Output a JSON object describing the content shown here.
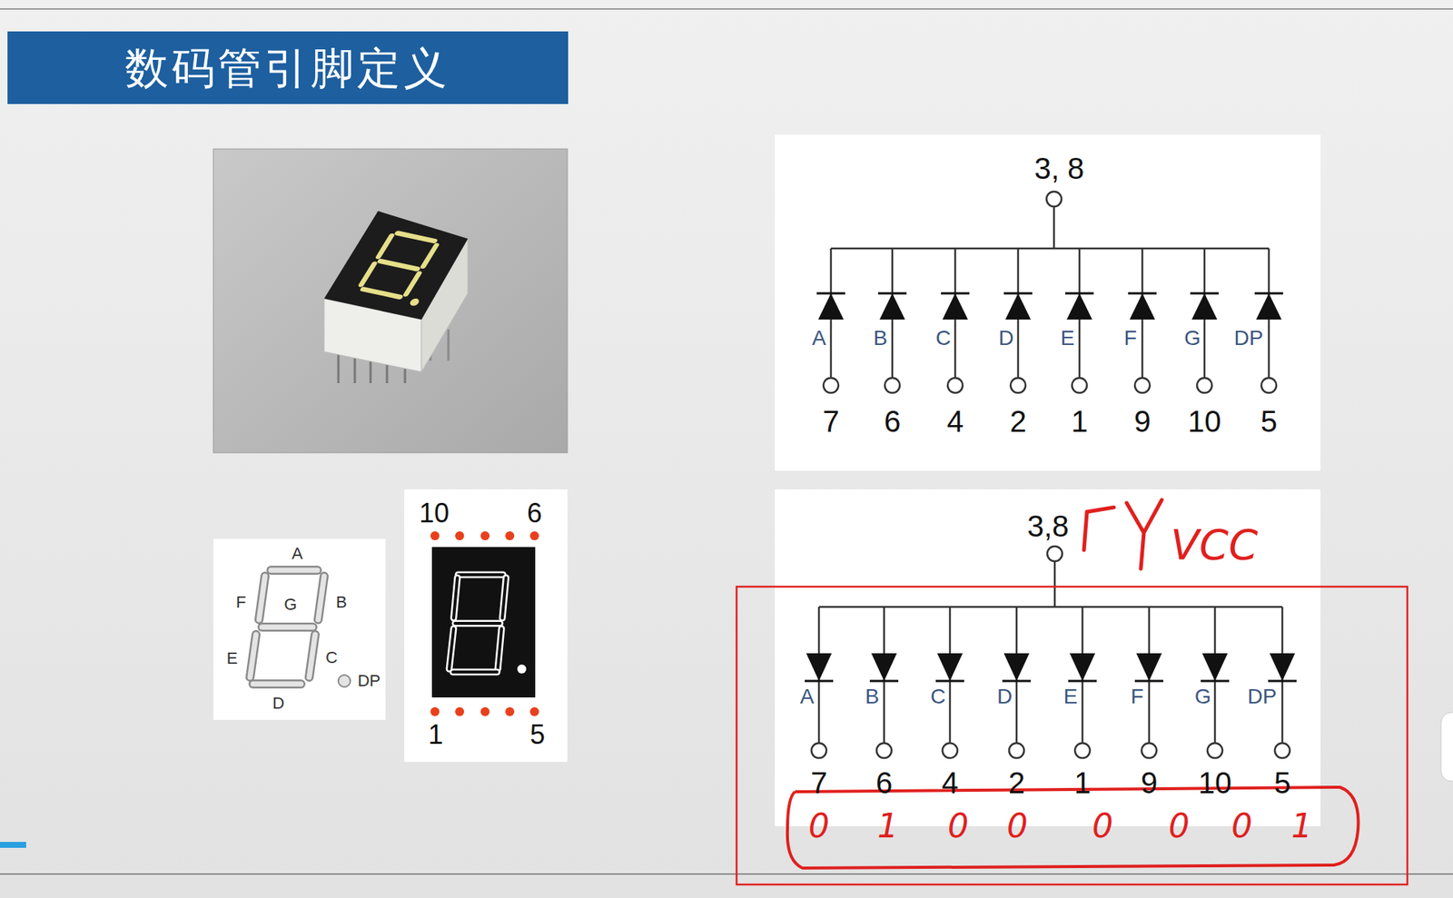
{
  "diagram": {
    "title": "数码管引脚定义",
    "labels": [
      "3, 8",
      "A",
      "B",
      "C",
      "D",
      "E",
      "F",
      "G",
      "DP",
      "7",
      "6",
      "4",
      "2",
      "1",
      "9",
      "10",
      "5",
      "3,8",
      "A",
      "B",
      "C",
      "D",
      "E",
      "F",
      "G",
      "DP",
      "7",
      "6",
      "4",
      "2",
      "1",
      "9",
      "10",
      "5",
      "VCC",
      "0",
      "1",
      "0",
      "0",
      "0",
      "0",
      "0",
      "1",
      "A",
      "F",
      "G",
      "B",
      "E",
      "C",
      "DP",
      "D",
      "10",
      "6",
      "1",
      "5"
    ]
  }
}
